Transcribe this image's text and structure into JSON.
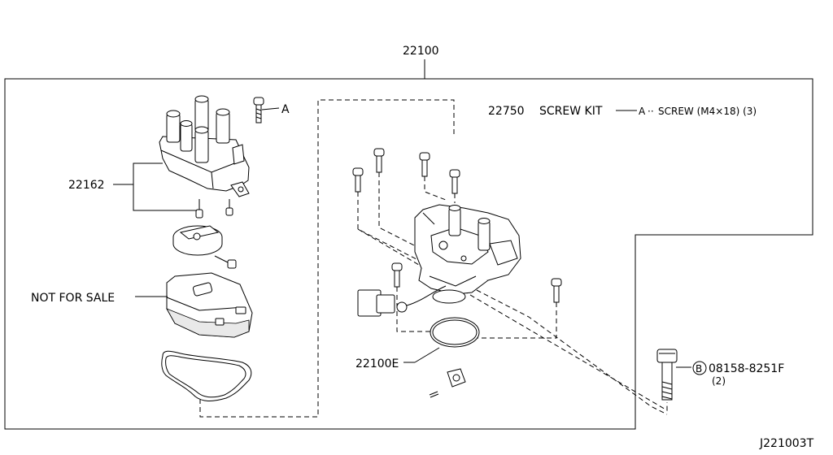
{
  "labels": {
    "assembly": "22100",
    "cap": "22162",
    "screw_ref_a": "A",
    "screw_kit_number": "22750",
    "screw_kit_name": "SCREW KIT",
    "screw_kit_ref": "A",
    "screw_kit_spec": "SCREW (M4×18) (3)",
    "not_for_sale": "NOT FOR SALE",
    "oring": "22100E",
    "bolt_circle": "B",
    "bolt_number": "08158-8251F",
    "bolt_qty": "(2)",
    "diagram_id": "J221003T"
  },
  "icons": [
    "distributor-cap-icon",
    "rotor-icon",
    "cover-icon",
    "gasket-icon",
    "distributor-body-icon",
    "screw-icon",
    "bolt-icon",
    "o-ring-icon",
    "connector-icon"
  ]
}
